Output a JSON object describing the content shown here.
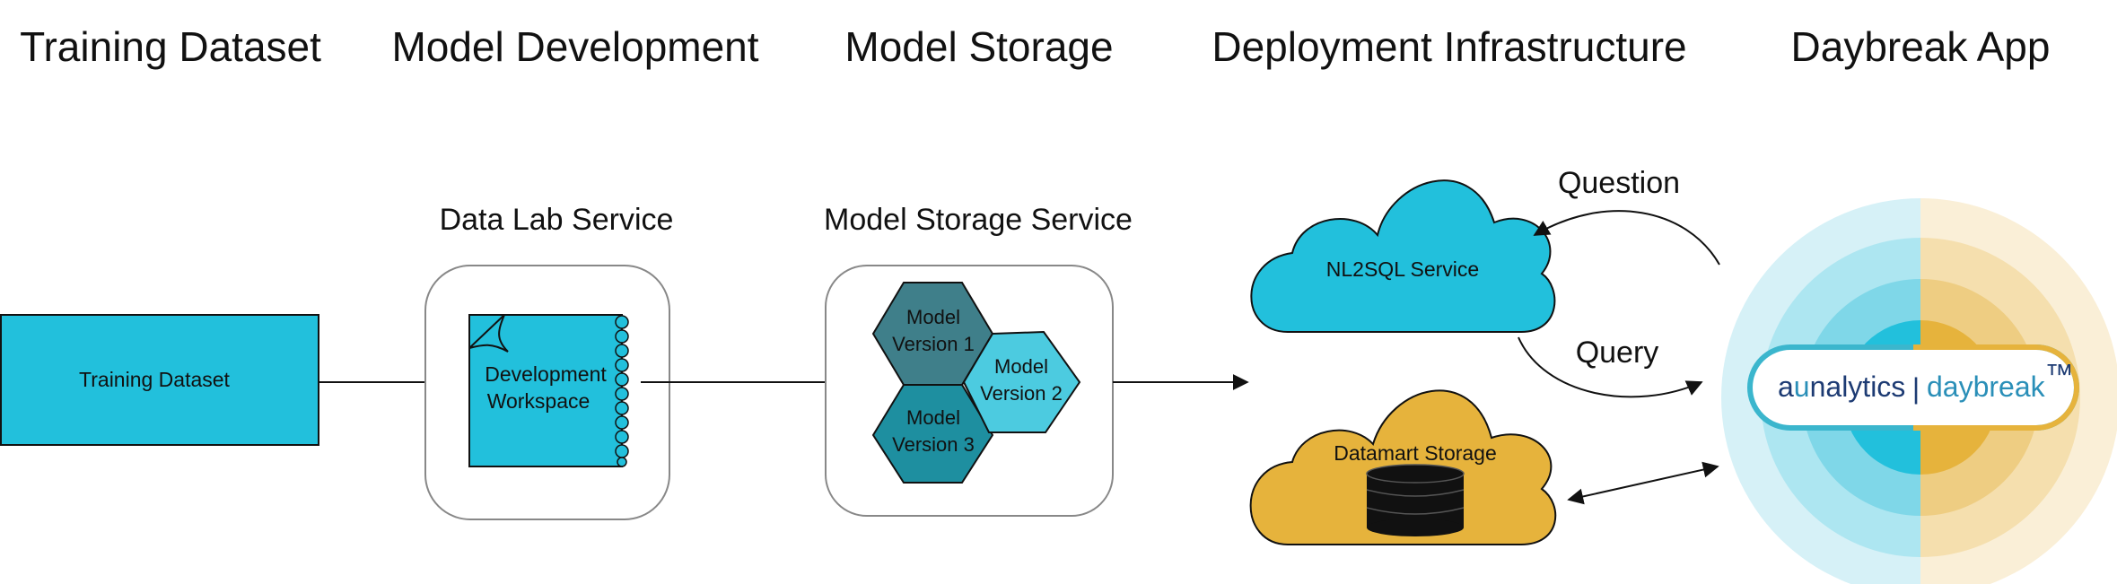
{
  "headers": {
    "training_dataset": "Training Dataset",
    "model_development": "Model Development",
    "model_storage": "Model Storage",
    "deployment_infrastructure": "Deployment Infrastructure",
    "daybreak_app": "Daybreak App"
  },
  "services": {
    "data_lab": "Data Lab Service",
    "model_storage": "Model Storage Service"
  },
  "nodes": {
    "training_dataset": "Training Dataset",
    "dev_workspace_line1": "Development",
    "dev_workspace_line2": "Workspace",
    "model_v1_line1": "Model",
    "model_v1_line2": "Version 1",
    "model_v2_line1": "Model",
    "model_v2_line2": "Version 2",
    "model_v3_line1": "Model",
    "model_v3_line2": "Version 3",
    "nl2sql": "NL2SQL Service",
    "datamart": "Datamart Storage"
  },
  "flows": {
    "question": "Question",
    "query": "Query"
  },
  "logo": {
    "brand_prefix": "a",
    "brand_u": "u",
    "brand_rest": "nalytics",
    "separator": "|",
    "product": "daybreak",
    "tm": "™"
  },
  "colors": {
    "cyan": "#22c0dc",
    "gold": "#e6b33c",
    "teal_dark": "#3f7f8a",
    "teal_mid": "#1e8fa0",
    "teal_light": "#4ccbe0",
    "box_border": "#888888"
  }
}
